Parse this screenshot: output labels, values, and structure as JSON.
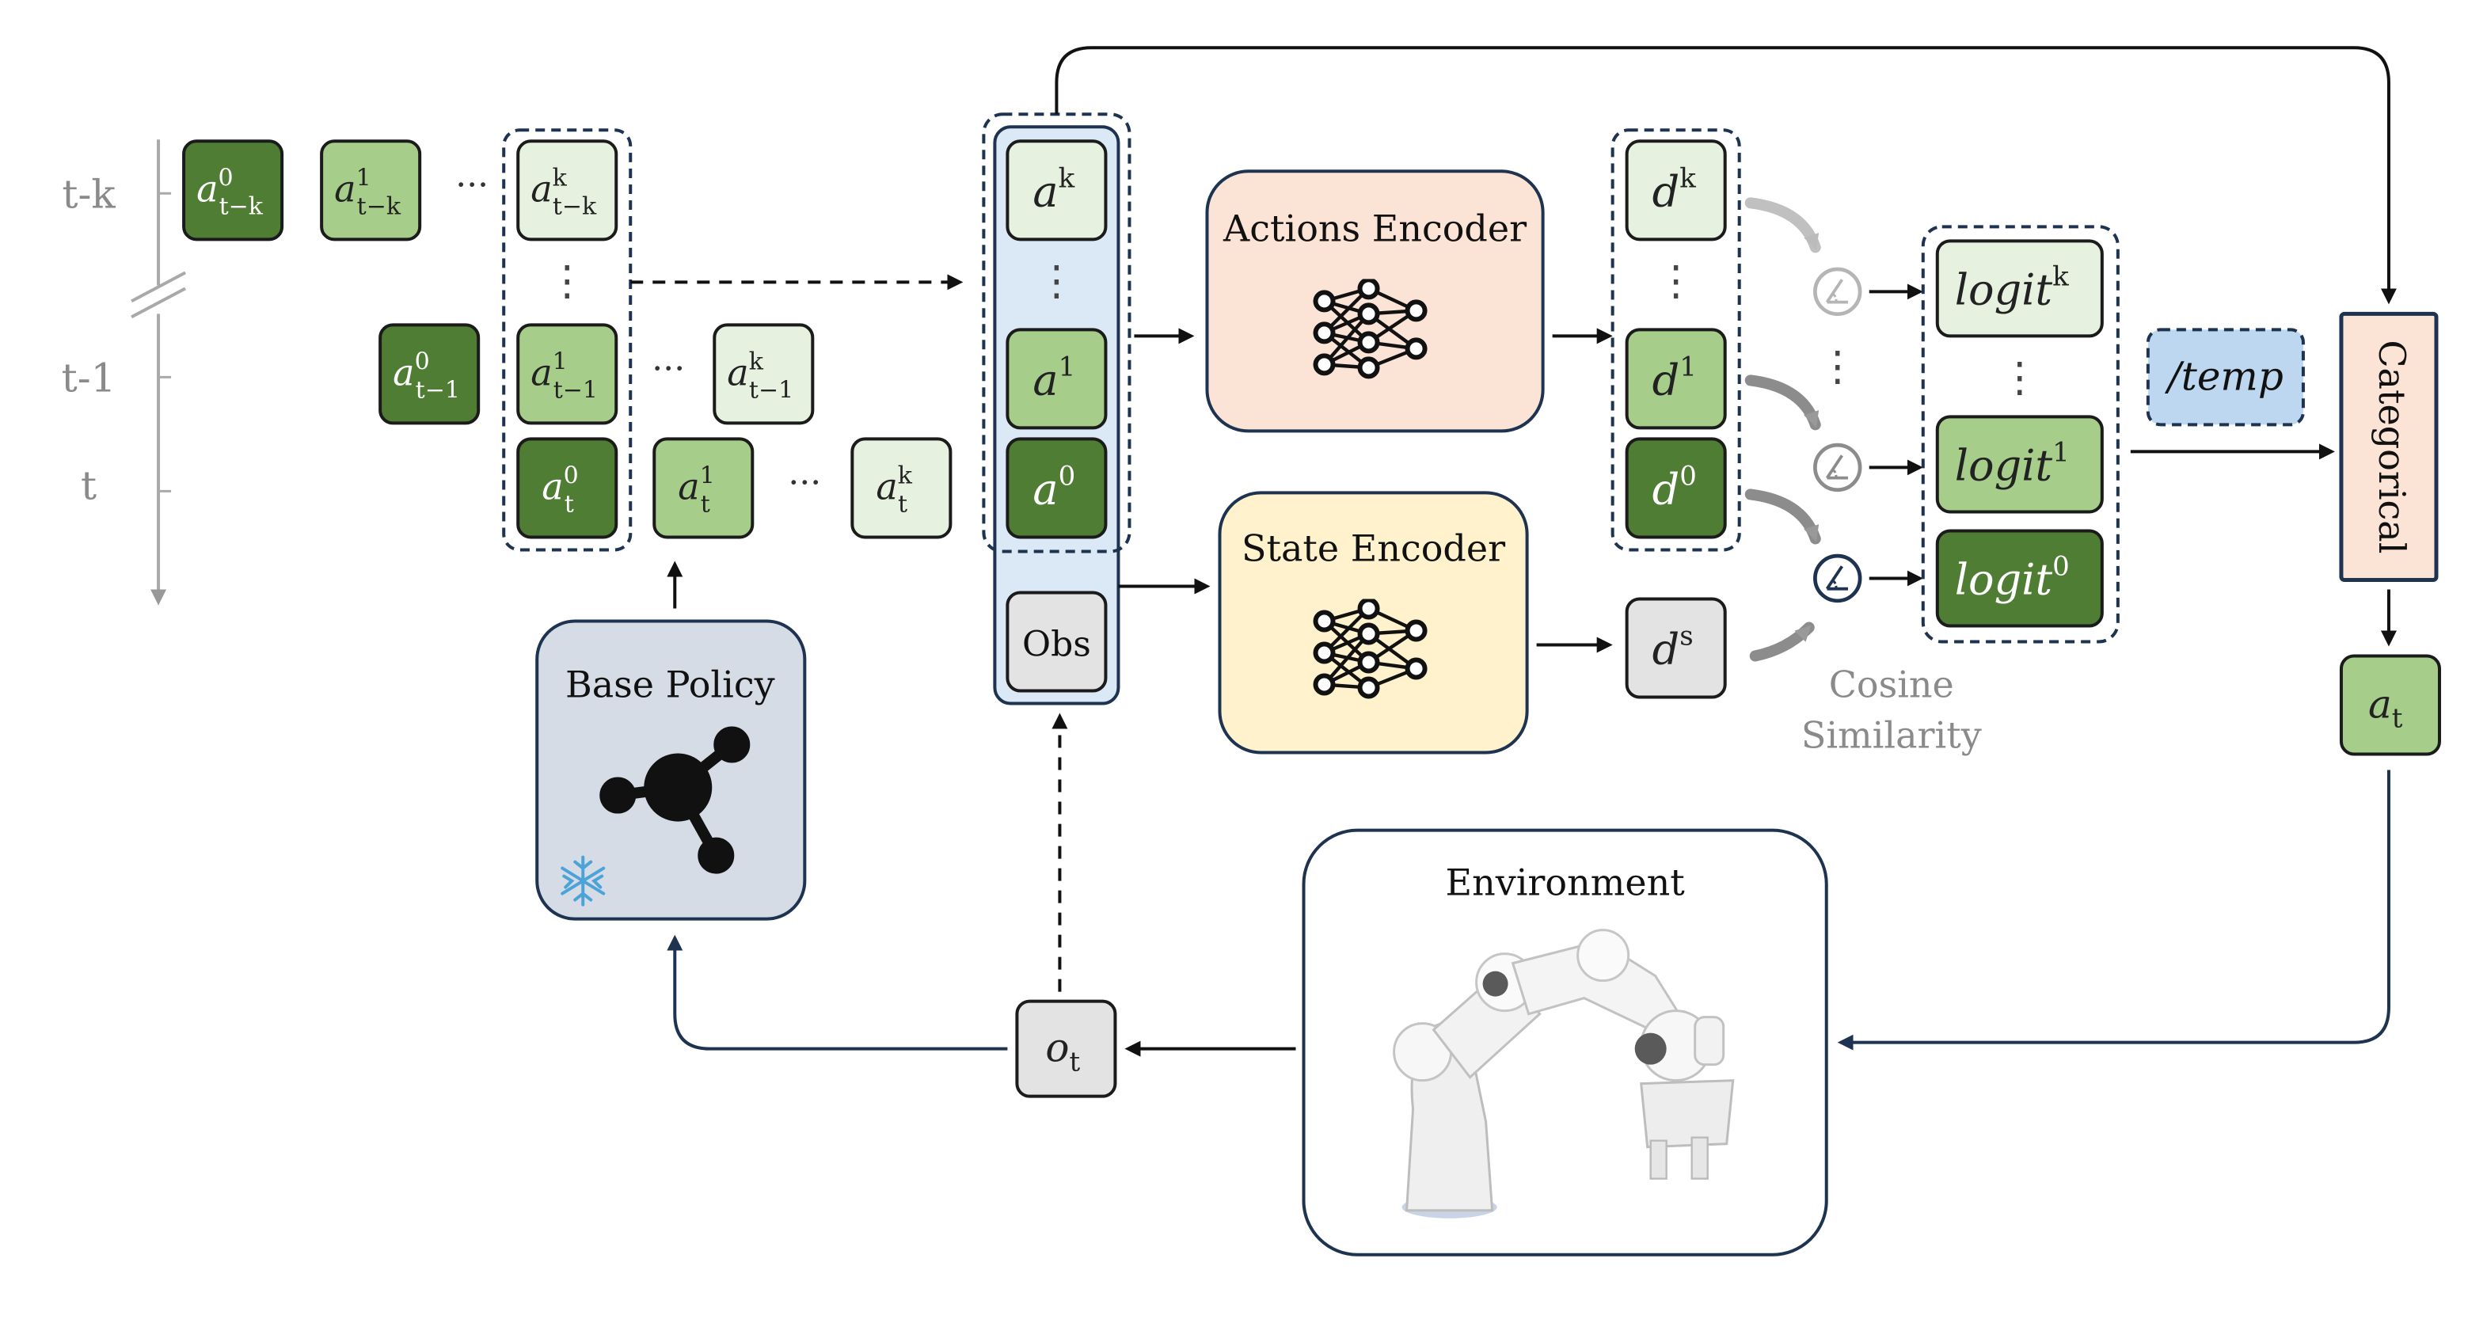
{
  "colors": {
    "dark_green": "#4e7d33",
    "mid_green": "#a6cd8a",
    "light_green": "#e6f2df",
    "box_stroke": "#1b1b1b",
    "navy": "#1e3350",
    "gray_text": "#8a8a8a",
    "gray_light": "#b9b9b9",
    "gray_box": "#e3e3e3",
    "actions_enc_fill": "#fbe3d6",
    "state_enc_fill": "#fff2cc",
    "base_policy_fill": "#d6dce6",
    "obs_panel_fill": "#dbe8f5",
    "temp_fill": "#bcd7ef",
    "categorical_fill": "#fbe3d6",
    "snowflake": "#4ba3d8"
  },
  "icons": {
    "network": "neural-network-icon",
    "molecule": "molecule-icon",
    "frozen": "snowflake-icon",
    "angle": "angle-icon",
    "robot": "robot-arm-image"
  },
  "timeline": {
    "labels": [
      "t-k",
      "t-1",
      "t"
    ]
  },
  "history": {
    "row_tk": {
      "a0": "a",
      "a0_sup": "0",
      "a0_sub": "t−k",
      "a1": "a",
      "a1_sup": "1",
      "a1_sub": "t−k",
      "dots": "···",
      "ak": "a",
      "ak_sup": "k",
      "ak_sub": "t−k"
    },
    "vdots": "⋮",
    "row_t1": {
      "a0": "a",
      "a0_sup": "0",
      "a0_sub": "t−1",
      "a1": "a",
      "a1_sup": "1",
      "a1_sub": "t−1",
      "dots": "···",
      "ak": "a",
      "ak_sup": "k",
      "ak_sub": "t−1"
    },
    "row_t": {
      "a0": "a",
      "a0_sup": "0",
      "a0_sub": "t",
      "a1": "a",
      "a1_sup": "1",
      "a1_sub": "t",
      "dots": "···",
      "ak": "a",
      "ak_sup": "k",
      "ak_sub": "t"
    }
  },
  "candidates": {
    "ak": "a",
    "ak_sup": "k",
    "vdots": "⋮",
    "a1": "a",
    "a1_sup": "1",
    "a0": "a",
    "a0_sup": "0",
    "obs": "Obs"
  },
  "actions_encoder": {
    "title": "Actions Encoder"
  },
  "state_encoder": {
    "title": "State Encoder"
  },
  "embeddings": {
    "dk": "d",
    "dk_sup": "k",
    "vdots": "⋮",
    "d1": "d",
    "d1_sup": "1",
    "d0": "d",
    "d0_sup": "0",
    "ds": "d",
    "ds_sup": "s"
  },
  "cosine": {
    "vdots": "⋮",
    "label_line1": "Cosine",
    "label_line2": "Similarity"
  },
  "logits": {
    "lk": "logit",
    "lk_sup": "k",
    "vdots": "⋮",
    "l1": "logit",
    "l1_sup": "1",
    "l0": "logit",
    "l0_sup": "0"
  },
  "temp": {
    "label": "/temp"
  },
  "categorical": {
    "label": "Categorical"
  },
  "output": {
    "a": "a",
    "a_sub": "t"
  },
  "base_policy": {
    "title": "Base Policy"
  },
  "environment": {
    "title": "Environment"
  },
  "observation": {
    "o": "o",
    "o_sub": "t"
  }
}
